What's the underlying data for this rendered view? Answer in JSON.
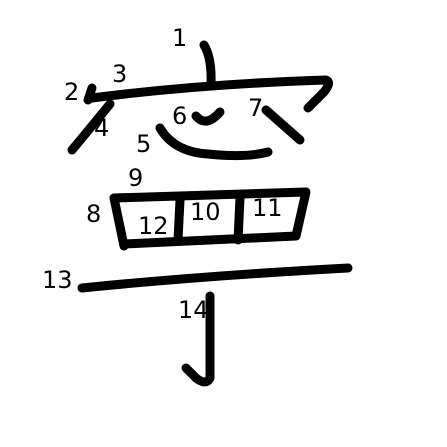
{
  "diagram": {
    "character": "寧",
    "stroke_count": 14,
    "stroke_numbers": [
      "1",
      "2",
      "3",
      "4",
      "5",
      "6",
      "7",
      "8",
      "9",
      "10",
      "11",
      "12",
      "13",
      "14"
    ]
  }
}
